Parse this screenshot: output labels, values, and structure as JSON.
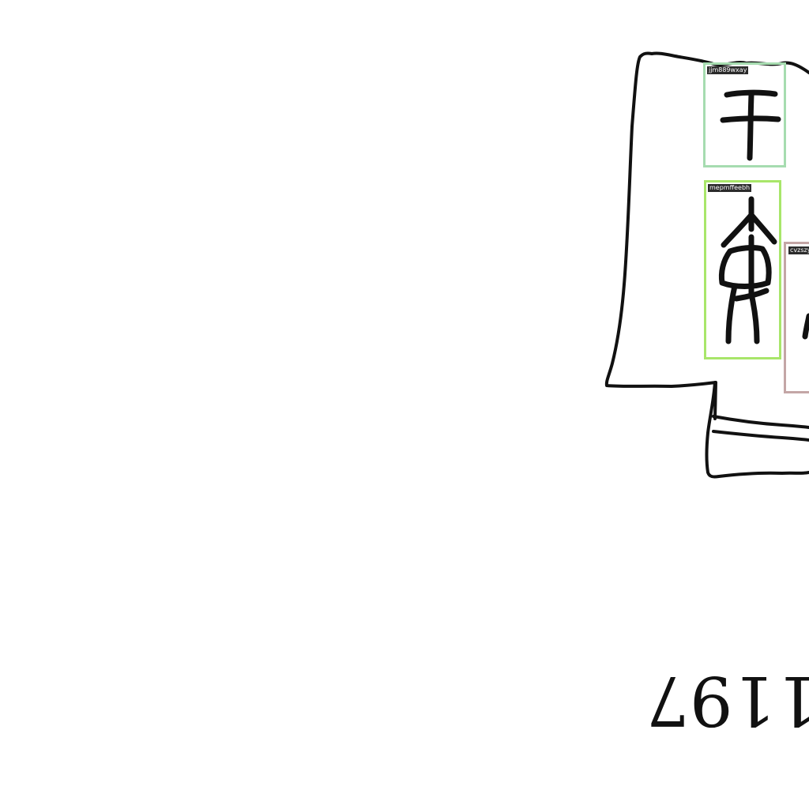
{
  "annotation_boxes": [
    {
      "label": "jjm889wxay",
      "color": "#a6dcb0"
    },
    {
      "label": "mepmffeebh",
      "color": "#a8e66a"
    },
    {
      "label": "cvzszy",
      "color": "#c4a6a6"
    }
  ],
  "catalog_number": "1197",
  "glyph_icons": [
    "character-gan-icon",
    "character-yan-icon",
    "character-partial-icon"
  ]
}
